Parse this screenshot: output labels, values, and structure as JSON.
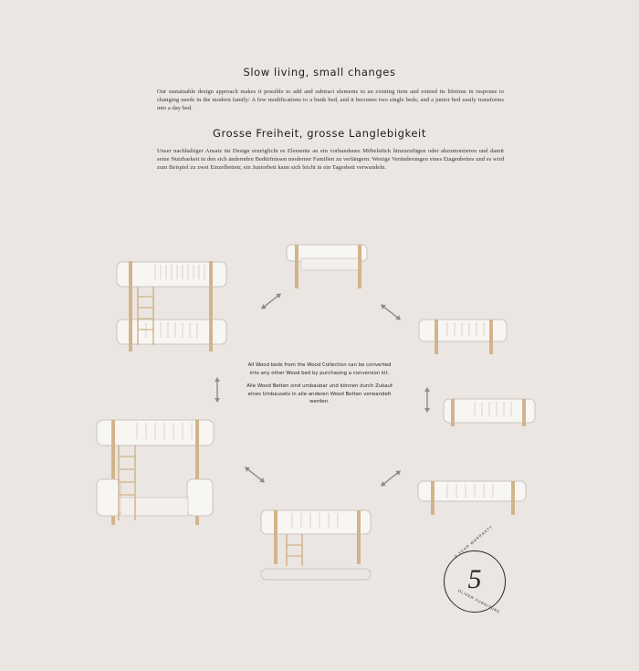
{
  "heading_en": "Slow living, small changes",
  "text_en": "Our sustainable design approach makes it possible to add and subtract elements to an existing item and extend its lifetime in response to changing needs in the modern family: A few modifications to a bunk bed, and it becomes two single beds; and a junior bed easily transforms into a day bed.",
  "heading_de": "Grosse Freiheit, grosse Langlebigkeit",
  "text_de": "Unser nachhaltiger Ansatz im Design ermöglicht es Elemente an ein vorhandenes Möbelstück hinzuzufügen oder abzumontieren und damit seine Nutzbarkeit in den sich ändernden Bedürfnissen moderner Familien zu verlängern: Wenige Veränderungen eines Etagenbettes und es wird zum Beispiel zu zwei Einzelbetten; ein Juniorbett kann sich leicht in ein Tagesbett verwandeln.",
  "center_en": "All Wood beds from the Wood Collection can be converted into any other Wood bed by purchasing a conversion kit.",
  "center_de": "Alle Wood Betten sind umbaubar und können durch Zukauf eines Umbausets in alle anderen Wood Betten verwandelt werden.",
  "badge": {
    "number": "5",
    "ring_top": "5 YEAR WARRANTY",
    "ring_bottom": "OLIVER FURNITURE"
  },
  "colors": {
    "background": "#ebe6e2",
    "bed_white": "#f8f6f3",
    "bed_outline": "#c9c4be",
    "oak": "#d2b48c",
    "arrow": "#8f8b88"
  }
}
